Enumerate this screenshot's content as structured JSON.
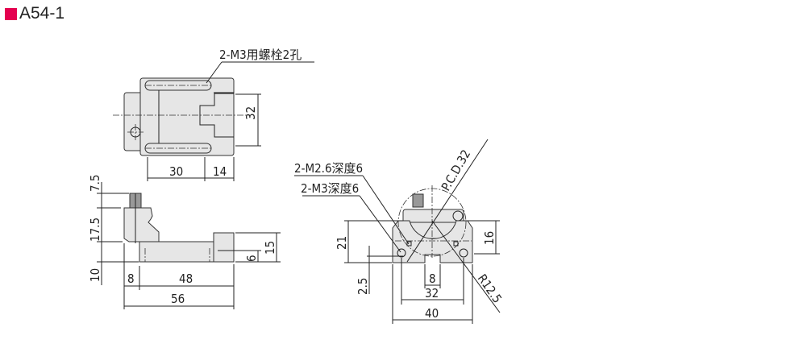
{
  "title": "A54-1",
  "colors": {
    "marker": "#e4004f",
    "part": "#e6e6e6"
  },
  "top_view": {
    "note": "2-M3用螺栓2孔",
    "dim_width": "32",
    "dim_a": "30",
    "dim_b": "14"
  },
  "front_view": {
    "dim_knob": "7.5",
    "dim_upper": "17.5",
    "dim_base": "10",
    "dim_8": "8",
    "dim_48": "48",
    "dim_56": "56",
    "dim_15": "15",
    "dim_6": "6"
  },
  "side_view": {
    "note_m26": "2-M2.6深度6",
    "note_m3": "2-M3深度6",
    "pcd": "P.C.D.32",
    "radius": "R12.5",
    "dim_21": "21",
    "dim_16": "16",
    "dim_25": "2.5",
    "dim_8": "8",
    "dim_32": "32",
    "dim_40": "40"
  }
}
